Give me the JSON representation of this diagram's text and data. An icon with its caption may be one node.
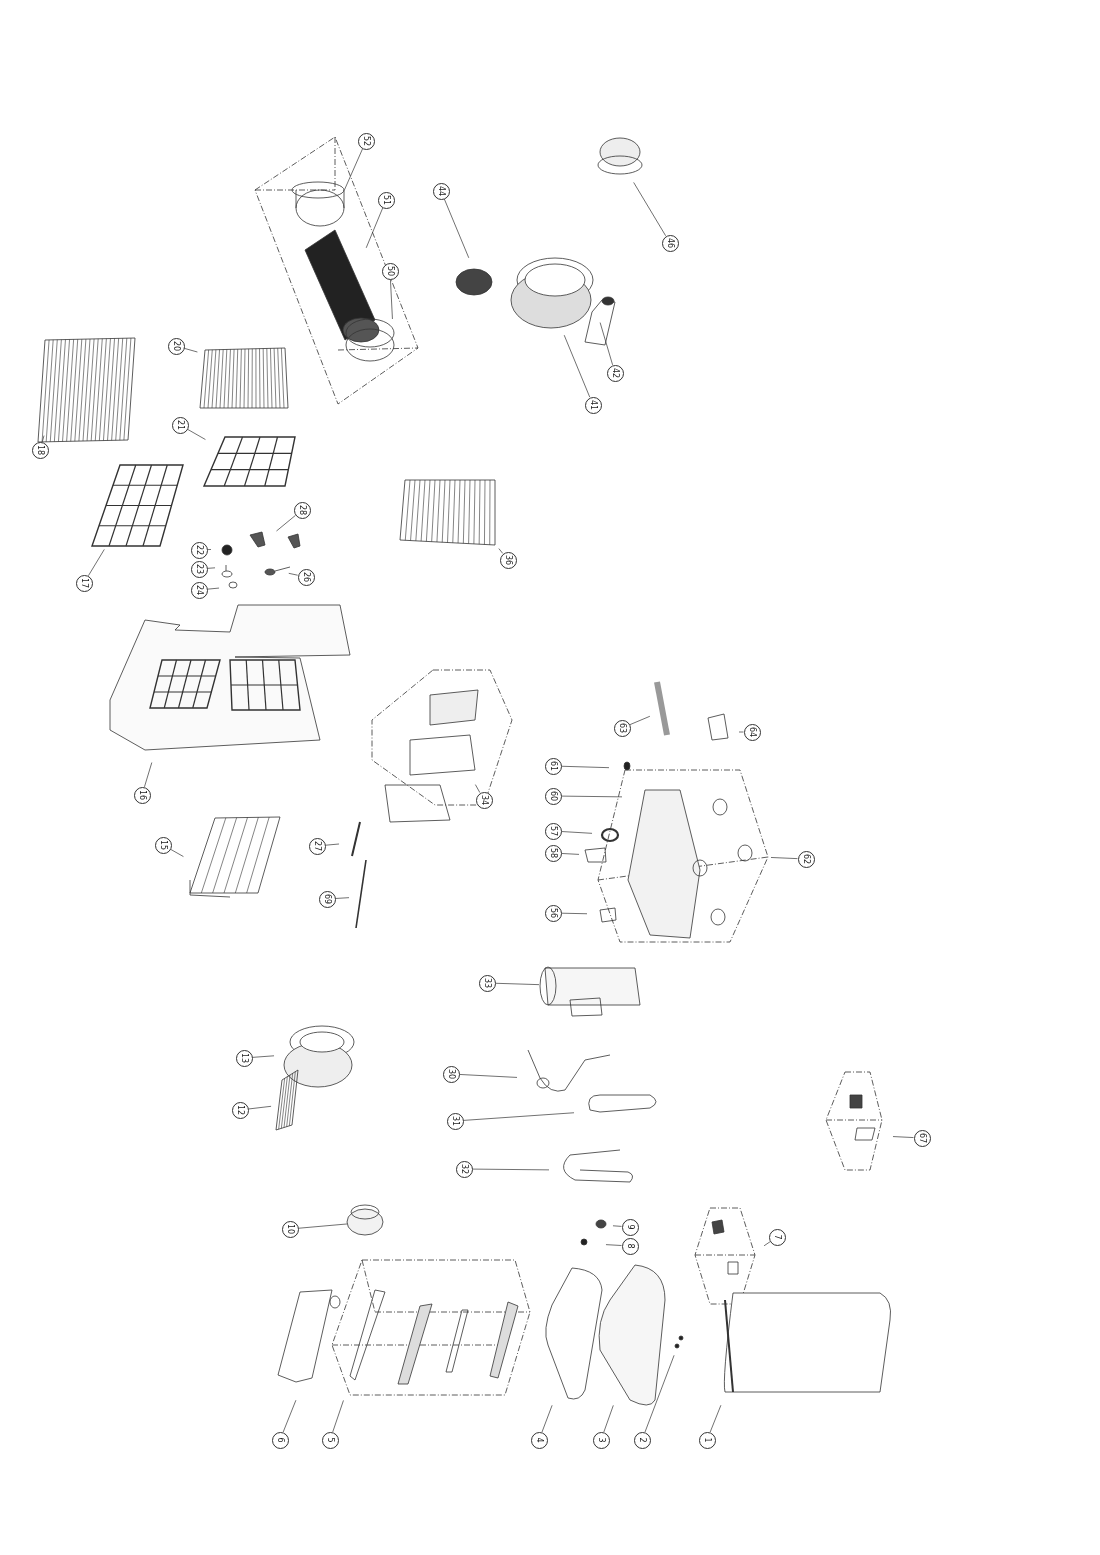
{
  "diagram": {
    "nodes": [
      {
        "text": [
          "52"
        ]
      },
      {
        "text": [
          "51"
        ]
      },
      {
        "text": [
          "50"
        ]
      },
      {
        "text": [
          "44"
        ]
      },
      {
        "text": [
          "46"
        ]
      },
      {
        "text": [
          "42"
        ]
      },
      {
        "text": [
          "41"
        ]
      },
      {
        "text": [
          "20"
        ]
      },
      {
        "text": [
          "18"
        ]
      },
      {
        "text": [
          "21"
        ]
      },
      {
        "text": [
          "28"
        ]
      },
      {
        "text": [
          "22"
        ]
      },
      {
        "text": [
          "23"
        ]
      },
      {
        "text": [
          "24"
        ]
      },
      {
        "text": [
          "26"
        ]
      },
      {
        "text": [
          "17"
        ]
      },
      {
        "text": [
          "36"
        ]
      },
      {
        "text": [
          "63"
        ]
      },
      {
        "text": [
          "64"
        ]
      },
      {
        "text": [
          "61"
        ]
      },
      {
        "text": [
          "60"
        ]
      },
      {
        "text": [
          "57"
        ]
      },
      {
        "text": [
          "58"
        ]
      },
      {
        "text": [
          "34"
        ]
      },
      {
        "text": [
          "16"
        ]
      },
      {
        "text": [
          "62"
        ]
      },
      {
        "text": [
          "15"
        ]
      },
      {
        "text": [
          "27"
        ]
      },
      {
        "text": [
          "69"
        ]
      },
      {
        "text": [
          "56"
        ]
      },
      {
        "text": [
          "33"
        ]
      },
      {
        "text": [
          "13"
        ]
      },
      {
        "text": [
          "30"
        ]
      },
      {
        "text": [
          "12"
        ]
      },
      {
        "text": [
          "31"
        ]
      },
      {
        "text": [
          "67"
        ]
      },
      {
        "text": [
          "32"
        ]
      },
      {
        "text": [
          "9"
        ]
      },
      {
        "text": [
          "10"
        ]
      },
      {
        "text": [
          "7"
        ]
      },
      {
        "text": [
          "8"
        ]
      },
      {
        "text": [
          "6"
        ]
      },
      {
        "text": [
          "5"
        ]
      },
      {
        "text": [
          "4"
        ]
      },
      {
        "text": [
          "3"
        ]
      },
      {
        "text": [
          "2"
        ]
      },
      {
        "text": [
          "1"
        ]
      }
    ],
    "edges": [
      {
        "from": 0,
        "to": null,
        "arrow": "none"
      },
      {
        "from": 1,
        "to": null,
        "arrow": "none"
      },
      {
        "from": 2,
        "to": null,
        "arrow": "none"
      },
      {
        "from": 3,
        "to": null,
        "arrow": "none"
      },
      {
        "from": 4,
        "to": null,
        "arrow": "none"
      },
      {
        "from": 5,
        "to": null,
        "arrow": "none"
      },
      {
        "from": 6,
        "to": null,
        "arrow": "none"
      },
      {
        "from": 7,
        "to": null,
        "arrow": "none"
      },
      {
        "from": 8,
        "to": null,
        "arrow": "none"
      },
      {
        "from": 9,
        "to": null,
        "arrow": "none"
      },
      {
        "from": 10,
        "to": null,
        "arrow": "none"
      },
      {
        "from": 11,
        "to": null,
        "arrow": "none"
      },
      {
        "from": 12,
        "to": null,
        "arrow": "none"
      },
      {
        "from": 13,
        "to": null,
        "arrow": "none"
      },
      {
        "from": 14,
        "to": null,
        "arrow": "none"
      },
      {
        "from": 15,
        "to": null,
        "arrow": "none"
      },
      {
        "from": 16,
        "to": null,
        "arrow": "none"
      },
      {
        "from": 17,
        "to": null,
        "arrow": "none"
      },
      {
        "from": 18,
        "to": null,
        "arrow": "none"
      },
      {
        "from": 19,
        "to": null,
        "arrow": "none"
      },
      {
        "from": 20,
        "to": null,
        "arrow": "none"
      },
      {
        "from": 21,
        "to": null,
        "arrow": "none"
      },
      {
        "from": 22,
        "to": null,
        "arrow": "none"
      },
      {
        "from": 23,
        "to": null,
        "arrow": "none"
      },
      {
        "from": 24,
        "to": null,
        "arrow": "none"
      },
      {
        "from": 25,
        "to": null,
        "arrow": "none"
      },
      {
        "from": 26,
        "to": null,
        "arrow": "none"
      },
      {
        "from": 27,
        "to": null,
        "arrow": "none"
      },
      {
        "from": 28,
        "to": null,
        "arrow": "none"
      },
      {
        "from": 29,
        "to": null,
        "arrow": "none"
      },
      {
        "from": 30,
        "to": null,
        "arrow": "none"
      },
      {
        "from": 31,
        "to": null,
        "arrow": "none"
      },
      {
        "from": 32,
        "to": null,
        "arrow": "none"
      },
      {
        "from": 33,
        "to": null,
        "arrow": "none"
      },
      {
        "from": 34,
        "to": null,
        "arrow": "none"
      },
      {
        "from": 35,
        "to": null,
        "arrow": "none"
      },
      {
        "from": 36,
        "to": null,
        "arrow": "none"
      },
      {
        "from": 37,
        "to": null,
        "arrow": "none"
      },
      {
        "from": 38,
        "to": null,
        "arrow": "none"
      },
      {
        "from": 39,
        "to": null,
        "arrow": "none"
      },
      {
        "from": 40,
        "to": null,
        "arrow": "none"
      },
      {
        "from": 41,
        "to": null,
        "arrow": "none"
      },
      {
        "from": 42,
        "to": null,
        "arrow": "none"
      },
      {
        "from": 43,
        "to": null,
        "arrow": "none"
      },
      {
        "from": 44,
        "to": null,
        "arrow": "none"
      },
      {
        "from": 45,
        "to": null,
        "arrow": "none"
      },
      {
        "from": 46,
        "to": null,
        "arrow": "none"
      }
    ]
  }
}
